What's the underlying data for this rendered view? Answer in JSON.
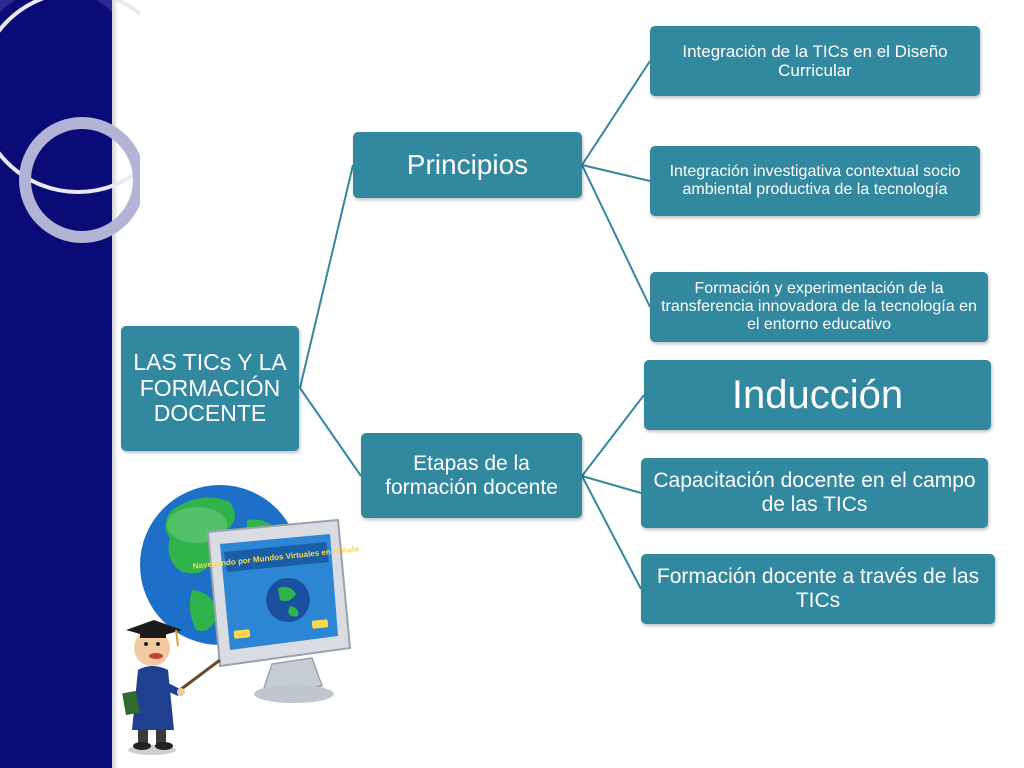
{
  "colors": {
    "sidebar": "#0b0b78",
    "node_fill": "#31889f",
    "node_text": "#ffffff",
    "connector": "#31889f"
  },
  "diagram": {
    "root": {
      "label": "LAS TICs Y LA FORMACIÓN DOCENTE"
    },
    "branches": [
      {
        "label": "Principios",
        "children": [
          {
            "label": "Integración de la TICs en el Diseño Curricular"
          },
          {
            "label": "Integración investigativa contextual socio ambiental productiva de la tecnología"
          },
          {
            "label": "Formación y experimentación de la transferencia innovadora de la tecnología en el entorno educativo"
          }
        ]
      },
      {
        "label": "Etapas de la formación docente",
        "children": [
          {
            "label": "Inducción"
          },
          {
            "label": "Capacitación docente en el campo de las TICs"
          },
          {
            "label": "Formación docente a través de las TICs"
          }
        ]
      }
    ]
  },
  "illustration": {
    "monitor_screen_text": "Navegando por Mundos Virtuales en el Aula",
    "icons": [
      "globe-icon",
      "monitor-icon",
      "graduate-teacher-icon"
    ]
  }
}
